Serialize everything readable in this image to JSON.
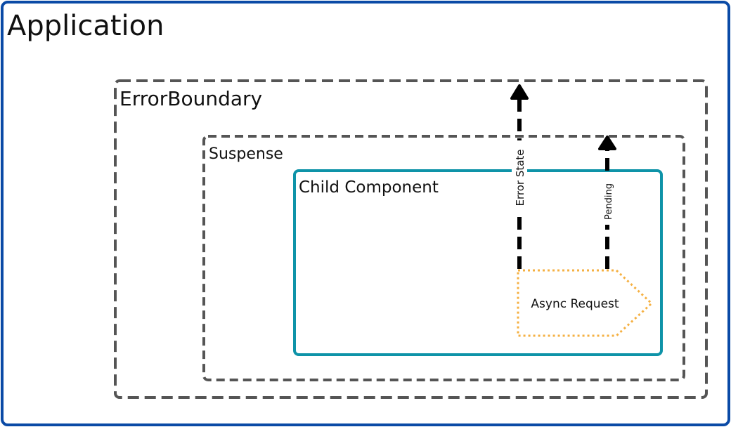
{
  "diagram": {
    "application_label": "Application",
    "error_boundary_label": "ErrorBoundary",
    "suspense_label": "Suspense",
    "child_component_label": "Child Component",
    "async_request_label": "Async Request",
    "error_state_label": "Error State",
    "pending_label": "Pending"
  },
  "colors": {
    "application_border": "#0a4aa6",
    "boundary_border": "#555555",
    "child_border": "#0e93a8",
    "async_border": "#f5b042",
    "arrow": "#000000"
  }
}
